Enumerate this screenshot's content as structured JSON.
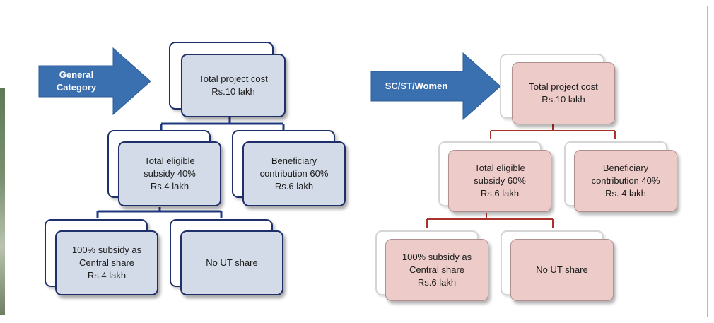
{
  "general": {
    "arrow_line1": "General",
    "arrow_line2": "Category",
    "root": {
      "line1": "Total project cost",
      "line2": "Rs.10 lakh"
    },
    "subsidy": {
      "line1": "Total eligible",
      "line2": "subsidy 40%",
      "line3": "Rs.4 lakh"
    },
    "contribution": {
      "line1": "Beneficiary",
      "line2": "contribution 60%",
      "line3": "Rs.6 lakh"
    },
    "central": {
      "line1": "100% subsidy as",
      "line2": "Central share",
      "line3": "Rs.4 lakh"
    },
    "ut": {
      "line1": "No UT share"
    }
  },
  "scst": {
    "arrow_label": "SC/ST/Women",
    "root": {
      "line1": "Total project cost",
      "line2": "Rs.10 lakh"
    },
    "subsidy": {
      "line1": "Total eligible",
      "line2": "subsidy 60%",
      "line3": "Rs.6 lakh"
    },
    "contribution": {
      "line1": "Beneficiary",
      "line2": "contribution 40%",
      "line3": "Rs. 4 lakh"
    },
    "central": {
      "line1": "100% subsidy as",
      "line2": "Central share",
      "line3": "Rs.6  lakh"
    },
    "ut": {
      "line1": "No UT share"
    }
  },
  "colors": {
    "arrow": "#3a6fb0",
    "blue_box": "#d3dbe8",
    "blue_border": "#1f2f6a",
    "blue_connector": "#1f3a80",
    "pink_box": "#eccbc8",
    "red_connector": "#a8322c"
  }
}
